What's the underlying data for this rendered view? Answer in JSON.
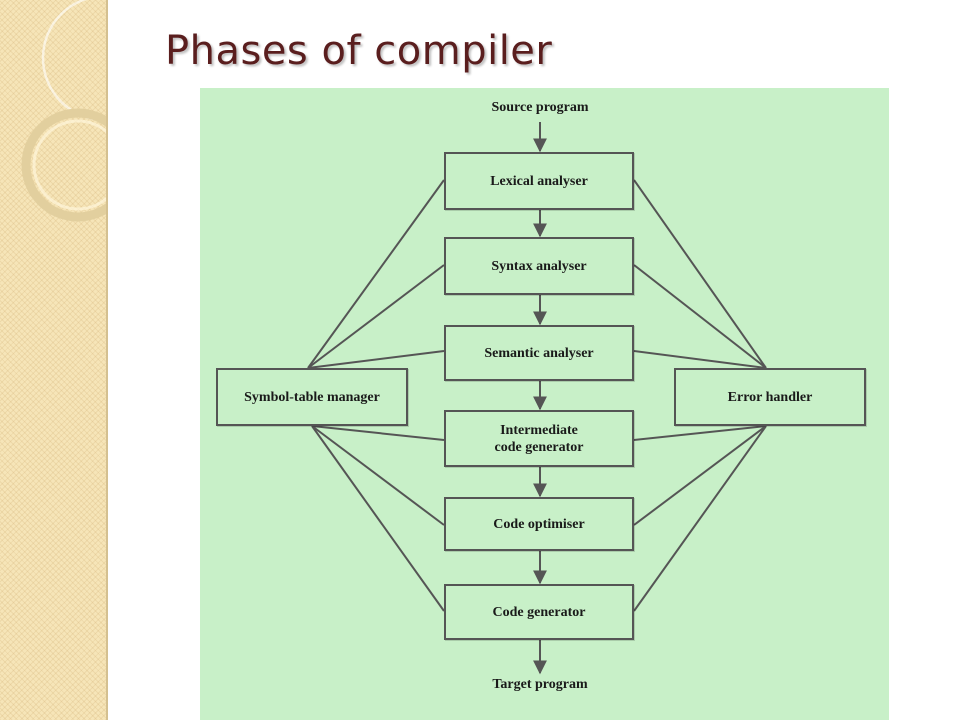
{
  "slide": {
    "title": "Phases of compiler"
  },
  "diagram": {
    "input_label": "Source program",
    "output_label": "Target program",
    "phases": [
      "Lexical analyser",
      "Syntax analyser",
      "Semantic analyser",
      "Intermediate\ncode generator",
      "Code optimiser",
      "Code generator"
    ],
    "symbol_table": "Symbol-table manager",
    "error_handler": "Error handler"
  },
  "colors": {
    "panel_background": "#c8f0c8",
    "title_color": "#5a1e1e",
    "side_strip": "#f6e5b8",
    "line_color": "#555555"
  }
}
